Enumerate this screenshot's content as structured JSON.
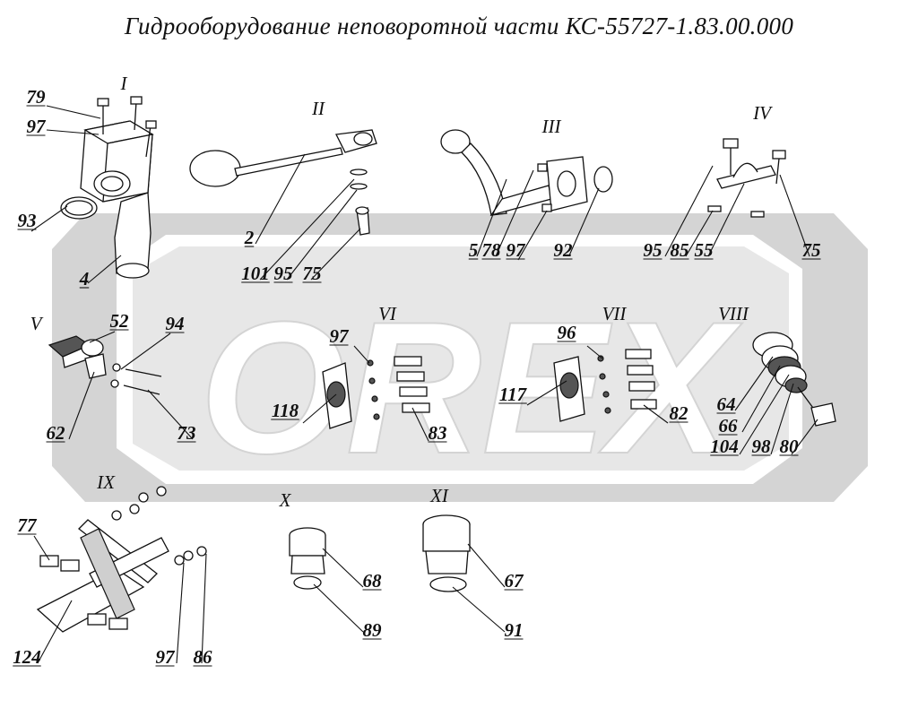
{
  "title": "Гидрооборудование неповоротной части КС-55727-1.83.00.000",
  "watermark": "OREX",
  "colors": {
    "watermark": "#d4d4d4",
    "ink": "#111111"
  },
  "groups": [
    {
      "id": "g1",
      "label": "I"
    },
    {
      "id": "g2",
      "label": "II"
    },
    {
      "id": "g3",
      "label": "III"
    },
    {
      "id": "g4",
      "label": "IV"
    },
    {
      "id": "g5",
      "label": "V"
    },
    {
      "id": "g6",
      "label": "VI"
    },
    {
      "id": "g7",
      "label": "VII"
    },
    {
      "id": "g8",
      "label": "VIII"
    },
    {
      "id": "g9",
      "label": "IX"
    },
    {
      "id": "g10",
      "label": "X"
    },
    {
      "id": "g11",
      "label": "XI"
    }
  ],
  "callouts": [
    "79",
    "97",
    "93",
    "4",
    "2",
    "101",
    "95",
    "75",
    "5",
    "78",
    "97",
    "92",
    "95",
    "85",
    "55",
    "75",
    "52",
    "94",
    "62",
    "73",
    "97",
    "118",
    "83",
    "96",
    "117",
    "82",
    "64",
    "66",
    "104",
    "98",
    "80",
    "77",
    "124",
    "97",
    "86",
    "68",
    "89",
    "67",
    "91"
  ]
}
